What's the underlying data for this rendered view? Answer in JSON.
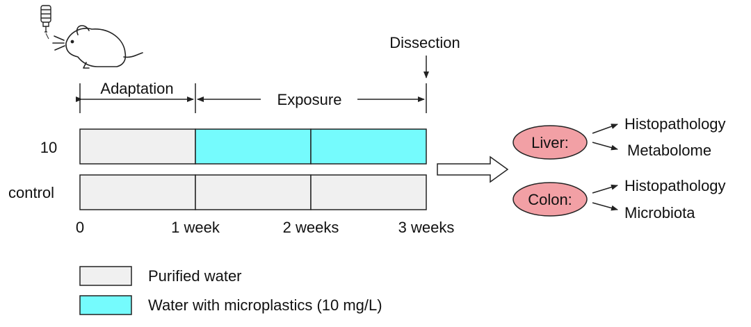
{
  "timeline": {
    "dissection_label": "Dissection",
    "adaptation_label": "Adaptation",
    "exposure_label": "Exposure",
    "ticks": [
      "0",
      "1 week",
      "2 weeks",
      "3 weeks"
    ]
  },
  "groups": [
    {
      "label": "10",
      "segments": [
        "purified",
        "microplastic",
        "microplastic"
      ]
    },
    {
      "label": "control",
      "segments": [
        "purified",
        "purified",
        "purified"
      ]
    }
  ],
  "outcomes": [
    {
      "organ": "Liver:",
      "analyses": [
        "Histopathology",
        "Metabolome"
      ]
    },
    {
      "organ": "Colon:",
      "analyses": [
        "Histopathology",
        "Microbiota"
      ]
    }
  ],
  "legend": [
    {
      "key": "purified",
      "label": "Purified water"
    },
    {
      "key": "microplastic",
      "label": "Water with microplastics (10 mg/L)"
    }
  ],
  "colors": {
    "purified": "#f0f0f0",
    "microplastic": "#75fbfd",
    "organ_fill": "#f2a0a5",
    "stroke": "#222222"
  },
  "icons": [
    "mouse-icon",
    "water-bottle-icon"
  ]
}
